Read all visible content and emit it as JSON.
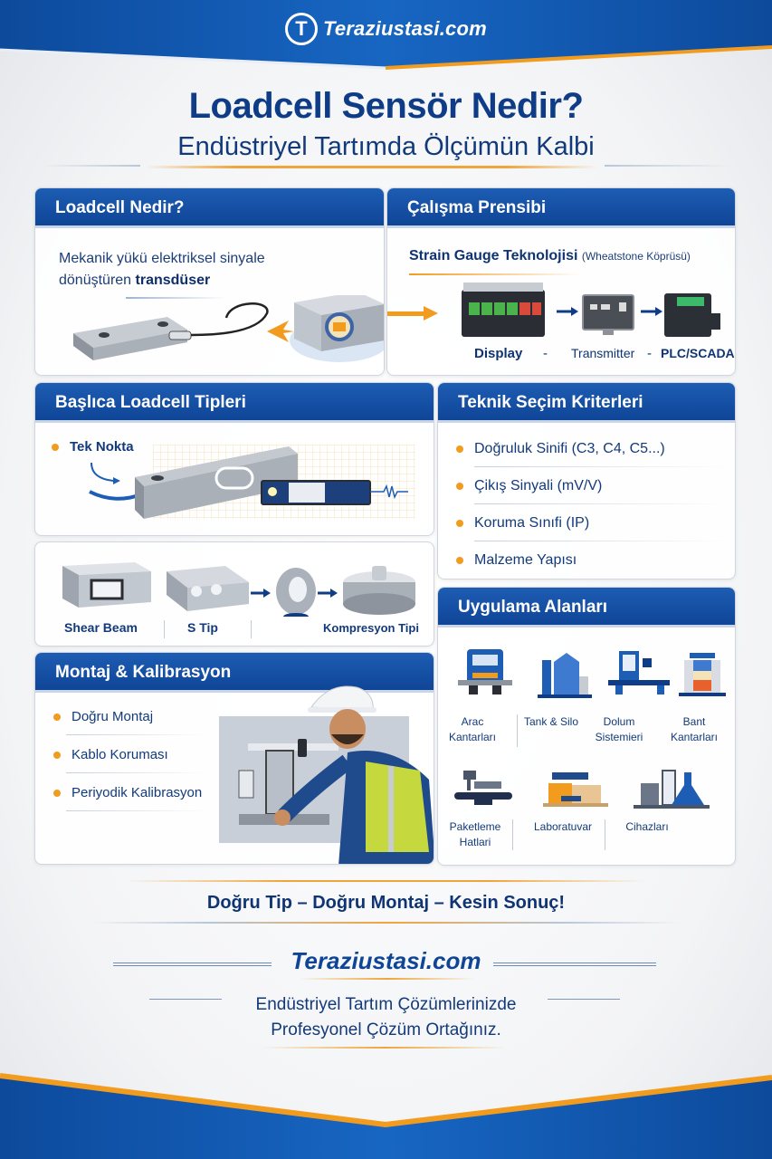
{
  "header": {
    "logo_letter": "T",
    "brand": "Teraziustasi.com",
    "title": "Loadcell Sensör Nedir?",
    "subtitle": "Endüstriyel Tartımda Ölçümün Kalbi"
  },
  "sections": {
    "what_is": {
      "title": "Loadcell Nedir?",
      "text_line1": "Mekanik yükü elektriksel sinyale",
      "text_line2_pre": "dönüştüren ",
      "text_line2_bold": "transdüser"
    },
    "principle": {
      "title": "Çalışma Prensibi",
      "tech_bold": "Strain Gauge Teknolojisi",
      "tech_note": "(Wheatstone Köprüsü)",
      "chain": [
        "Display",
        "-",
        "Transmitter",
        "-",
        "PLC/SCADA"
      ]
    },
    "types": {
      "title": "Başlıca Loadcell Tipleri",
      "featured": "Tek Nokta",
      "others": [
        "Shear Beam",
        "S Tip",
        "Kompresyon Tipi"
      ]
    },
    "criteria": {
      "title": "Teknik Seçim Kriterleri",
      "items": [
        "Doğruluk Sinifi (C3, C4, C5...)",
        "Çikış Sinyali (mV/V)",
        "Koruma Sınıfi (IP)",
        "Malzeme Yapısı"
      ]
    },
    "mounting": {
      "title": "Montaj & Kalibrasyon",
      "items": [
        "Doğru Montaj",
        "Kablo Koruması",
        "Periyodik Kalibrasyon"
      ]
    },
    "applications": {
      "title": "Uygulama Alanları",
      "row1": [
        {
          "l1": "Arac",
          "l2": "Kantarları"
        },
        {
          "l1": "Tank & Silo",
          "l2": ""
        },
        {
          "l1": "Dolum",
          "l2": "Sistemieri"
        },
        {
          "l1": "Bant",
          "l2": "Kantarları"
        }
      ],
      "row2": [
        {
          "l1": "Paketleme",
          "l2": "Hatlari"
        },
        {
          "l1": "Laboratuvar",
          "l2": ""
        },
        {
          "l1": "Cihazları",
          "l2": ""
        }
      ]
    }
  },
  "footer": {
    "slogan": "Doğru Tip – Doğru Montaj – Kesin Sonuç!",
    "brand": "Teraziustasi.com",
    "tagline_line1": "Endüstriyel Tartım Çözümlerinizde",
    "tagline_line2": "Profesyonel Çözüm Ortağınız."
  },
  "colors": {
    "brand_blue": "#0f4597",
    "accent_orange": "#f29c1f",
    "text_navy": "#123a7a"
  }
}
